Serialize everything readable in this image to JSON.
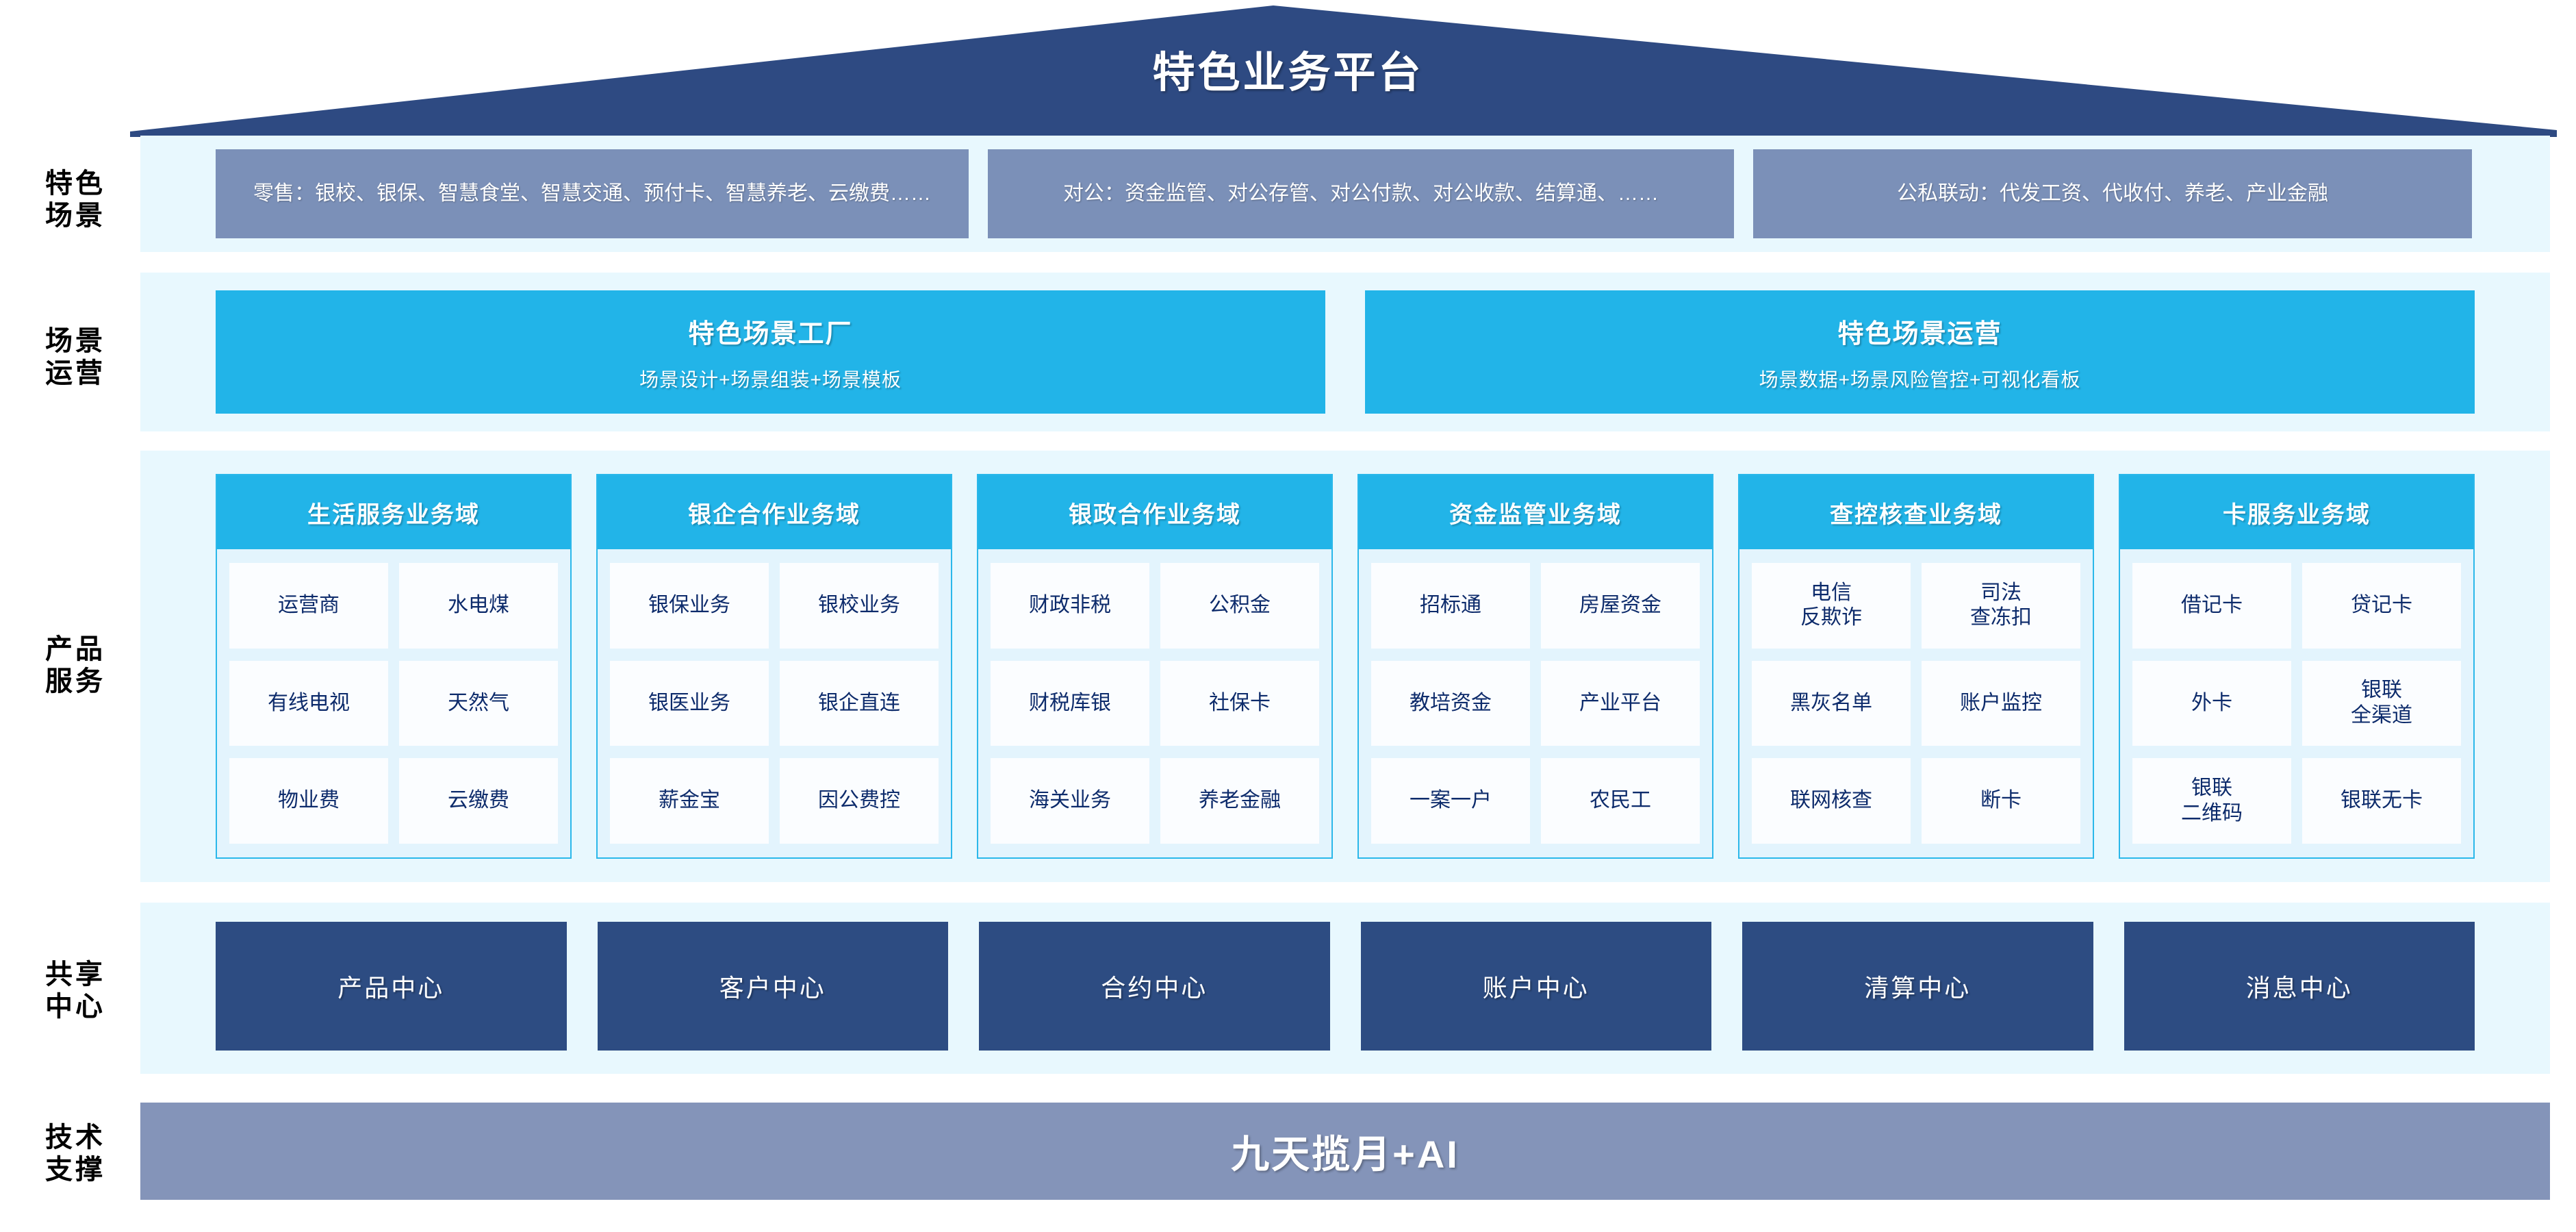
{
  "header": {
    "title": "特色业务平台",
    "roof_color": "#2e4a82"
  },
  "rows": [
    {
      "label": "特色\n场景"
    },
    {
      "label": "场景\n运营"
    },
    {
      "label": "产品\n服务"
    },
    {
      "label": "共享\n中心"
    },
    {
      "label": "技术\n支撑"
    }
  ],
  "scenarios": {
    "panel_color": "#e8f8fe",
    "box_color": "#7b90b8",
    "items": [
      {
        "text": "零售：银校、银保、智慧食堂、智慧交通、预付卡、智慧养老、云缴费……"
      },
      {
        "text": "对公：资金监管、对公存管、对公付款、对公收款、结算通、……"
      },
      {
        "text": "公私联动：代发工资、代收付、养老、产业金融"
      }
    ]
  },
  "scenario_operation": {
    "accent_color": "#22b4e8",
    "items": [
      {
        "title": "特色场景工厂",
        "subtitle": "场景设计+场景组装+场景模板"
      },
      {
        "title": "特色场景运营",
        "subtitle": "场景数据+场景风险管控+可视化看板"
      }
    ]
  },
  "product_services": {
    "header_color": "#22b4e8",
    "cell_text_color": "#0d2b6b",
    "domains": [
      {
        "title": "生活服务业务域",
        "items": [
          "运营商",
          "水电煤",
          "有线电视",
          "天然气",
          "物业费",
          "云缴费"
        ]
      },
      {
        "title": "银企合作业务域",
        "items": [
          "银保业务",
          "银校业务",
          "银医业务",
          "银企直连",
          "薪金宝",
          "因公费控"
        ]
      },
      {
        "title": "银政合作业务域",
        "items": [
          "财政非税",
          "公积金",
          "财税库银",
          "社保卡",
          "海关业务",
          "养老金融"
        ]
      },
      {
        "title": "资金监管业务域",
        "items": [
          "招标通",
          "房屋资金",
          "教培资金",
          "产业平台",
          "一案一户",
          "农民工"
        ]
      },
      {
        "title": "查控核查业务域",
        "items": [
          "电信\n反欺诈",
          "司法\n查冻扣",
          "黑灰名单",
          "账户监控",
          "联网核查",
          "断卡"
        ]
      },
      {
        "title": "卡服务业务域",
        "items": [
          "借记卡",
          "贷记卡",
          "外卡",
          "银联\n全渠道",
          "银联\n二维码",
          "银联无卡"
        ]
      }
    ]
  },
  "shared_centers": {
    "box_color": "#2d4c82",
    "items": [
      "产品中心",
      "客户中心",
      "合约中心",
      "账户中心",
      "清算中心",
      "消息中心"
    ]
  },
  "tech_support": {
    "bar_color": "#8494b9",
    "label": "九天揽月+AI"
  }
}
